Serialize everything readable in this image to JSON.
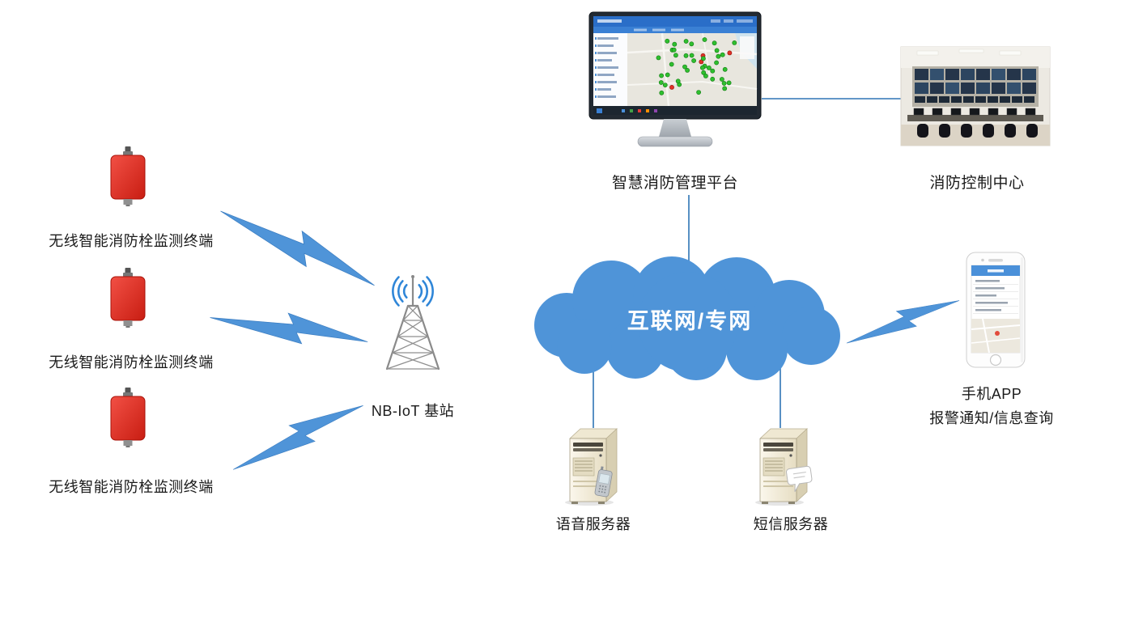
{
  "diagram": {
    "cloud": {
      "label": "互联网/专网"
    },
    "terminals": [
      {
        "label": "无线智能消防栓监测终端"
      },
      {
        "label": "无线智能消防栓监测终端"
      },
      {
        "label": "无线智能消防栓监测终端"
      }
    ],
    "base_station": {
      "label": "NB-IoT 基站"
    },
    "platform": {
      "label": "智慧消防管理平台"
    },
    "control_center": {
      "label": "消防控制中心"
    },
    "mobile_app": {
      "label_line1": "手机APP",
      "label_line2": "报警通知/信息查询"
    },
    "voice_server": {
      "label": "语音服务器"
    },
    "sms_server": {
      "label": "短信服务器"
    },
    "colors": {
      "cloud_blue": "#4f94d8",
      "bolt_blue": "#4f94d8",
      "line_blue": "#2e75b6",
      "wave_blue": "#2f86d8",
      "device_red": "#e03127",
      "label_text": "#1a1a1a"
    }
  }
}
